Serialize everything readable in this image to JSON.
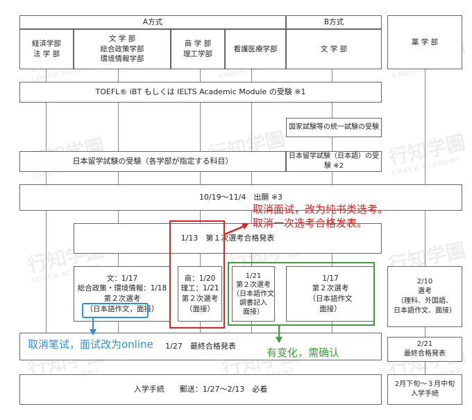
{
  "header": {
    "method_a": "A方式",
    "method_b": "B方式"
  },
  "departments": {
    "econ_line1": "経済学部",
    "econ_line2": "法 学 部",
    "lit_line1": "文 学 部",
    "lit_line2": "総合政策学部",
    "lit_line3": "環境情報学部",
    "com_line1": "商 学 部",
    "com_line2": "理工学部",
    "nursing": "看護医療学部",
    "b_lit": "文 学 部",
    "pharma": "薬 学 部"
  },
  "steps": {
    "toefl": "TOEFL® iBT もしくは IELTS Academic Module の受験 ※1",
    "national_exam": "国家試験等の統一試験の受験",
    "eju": "日本留学試験の受験（各学部が指定する科目）",
    "eju_japanese": "日本留学試験（日本語）の受験 ※2",
    "application": "10/19～11/4　出願 ※3",
    "first_result": "1/13　第１次選考合格発表"
  },
  "second_selection": {
    "lit": [
      "文：1/17",
      "総合政策・環境情報：1/18",
      "第２次選考",
      "（日本語作文，面接）"
    ],
    "com": [
      "商：1/20",
      "理工：1/21",
      "第２次選考",
      "（面接）"
    ],
    "nursing": [
      "1/21",
      "第２次選考",
      "（日本語作文",
      "調書記入",
      "面接）"
    ],
    "b_lit": [
      "1/17",
      "第２次選考",
      "（日本語作文",
      "面接）"
    ],
    "pharma": [
      "2/10",
      "選考",
      "（理科、外国語、",
      "日本語作文、面接）"
    ]
  },
  "final": {
    "main": "1/27　最終合格発表",
    "pharma": [
      "2/21",
      "最終合格発表"
    ]
  },
  "enrollment": {
    "main": "入学手続　　郵送：1/27～2/13　必着",
    "pharma": [
      "2月下旬～３月中旬",
      "入学手続"
    ]
  },
  "annotations": {
    "red_line1": "取消面试，改为纯书类选考。",
    "red_line2": "取消一次选考合格发表。",
    "blue": "取消笔试，面试改为online",
    "green": "有变化，需确认"
  },
  "watermark": {
    "main": "行知学園",
    "sub": "COACH ACADEMY"
  },
  "colors": {
    "red": "#e02020",
    "blue": "#2f8fd6",
    "green": "#3aa03a",
    "line": "#666666"
  }
}
